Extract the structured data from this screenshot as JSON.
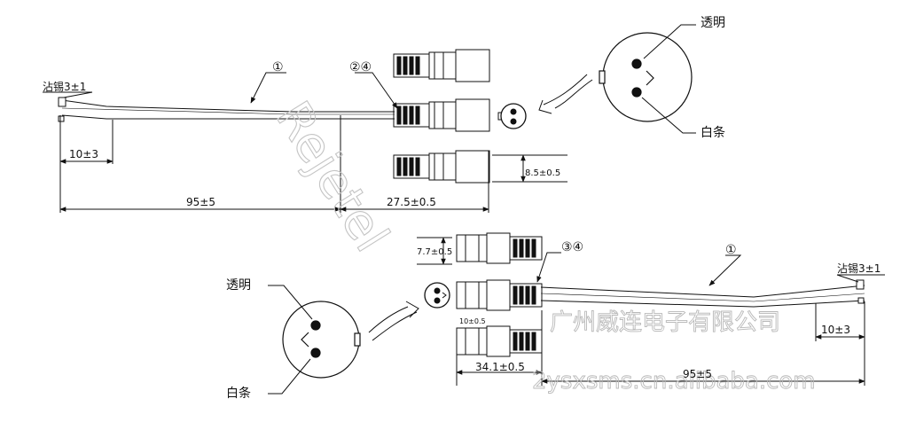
{
  "labels": {
    "part1_top": "①",
    "part1_bottom": "①",
    "part24": "②④",
    "part34": "③④",
    "tin_top": "沾锡3±1",
    "tin_bottom": "沾锡3±1",
    "strip_top": "10±3",
    "strip_bottom": "10±3",
    "length_top": "95±5",
    "length_bottom": "95±5",
    "female_len": "27.5±0.5",
    "female_dia": "8.5±0.5",
    "male_dia": "7.7±0.5",
    "male_small": "10±0.5",
    "male_len": "34.1±0.5",
    "transparent_top": "透明",
    "whitestripe_top": "白条",
    "transparent_bottom": "透明",
    "whitestripe_bottom": "白条"
  },
  "watermarks": {
    "company": "广州威连电子有限公司",
    "site": "2ysxsms.cn.alibaba.com",
    "brand": "Rejetel"
  },
  "colors": {
    "line": "#111111",
    "watermark": "#bbbbbb"
  }
}
